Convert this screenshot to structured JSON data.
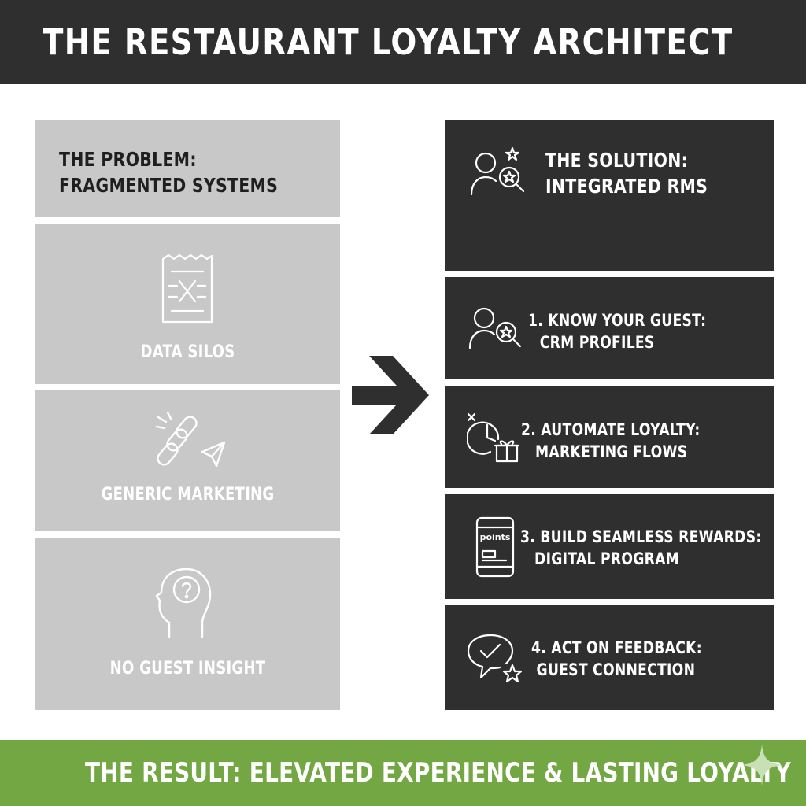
{
  "title": "THE RESTAURANT LOYALTY ARCHITECT",
  "problem": {
    "heading_line1": "THE PROBLEM:",
    "heading_line2": "FRAGMENTED SYSTEMS",
    "items": [
      {
        "label": "DATA SILOS",
        "icon": "crossed-receipt-icon"
      },
      {
        "label": "GENERIC MARKETING",
        "icon": "broken-link-icon"
      },
      {
        "label": "NO GUEST INSIGHT",
        "icon": "head-question-icon"
      }
    ]
  },
  "solution": {
    "heading_line1": "THE SOLUTION:",
    "heading_line2": "INTEGRATED RMS",
    "icon": "user-star-search-icon",
    "steps": [
      {
        "line1": "1. KNOW YOUR GUEST:",
        "line2": "CRM PROFILES",
        "icon": "user-search-icon"
      },
      {
        "line1": "2. AUTOMATE LOYALTY:",
        "line2": "MARKETING FLOWS",
        "icon": "clock-gift-icon"
      },
      {
        "line1": "3. BUILD SEAMLESS REWARDS:",
        "line2": "DIGITAL PROGRAM",
        "icon": "phone-points-icon",
        "icon_text": "points"
      },
      {
        "line1": "4. ACT ON FEEDBACK:",
        "line2": "GUEST CONNECTION",
        "icon": "chat-check-star-icon"
      }
    ]
  },
  "result": "THE RESULT: ELEVATED EXPERIENCE & LASTING LOYALTY",
  "colors": {
    "header_bg": "#2f2f2f",
    "problem_bg": "#c8c8c8",
    "solution_bg": "#2f2f2f",
    "result_bg": "#72a743"
  }
}
